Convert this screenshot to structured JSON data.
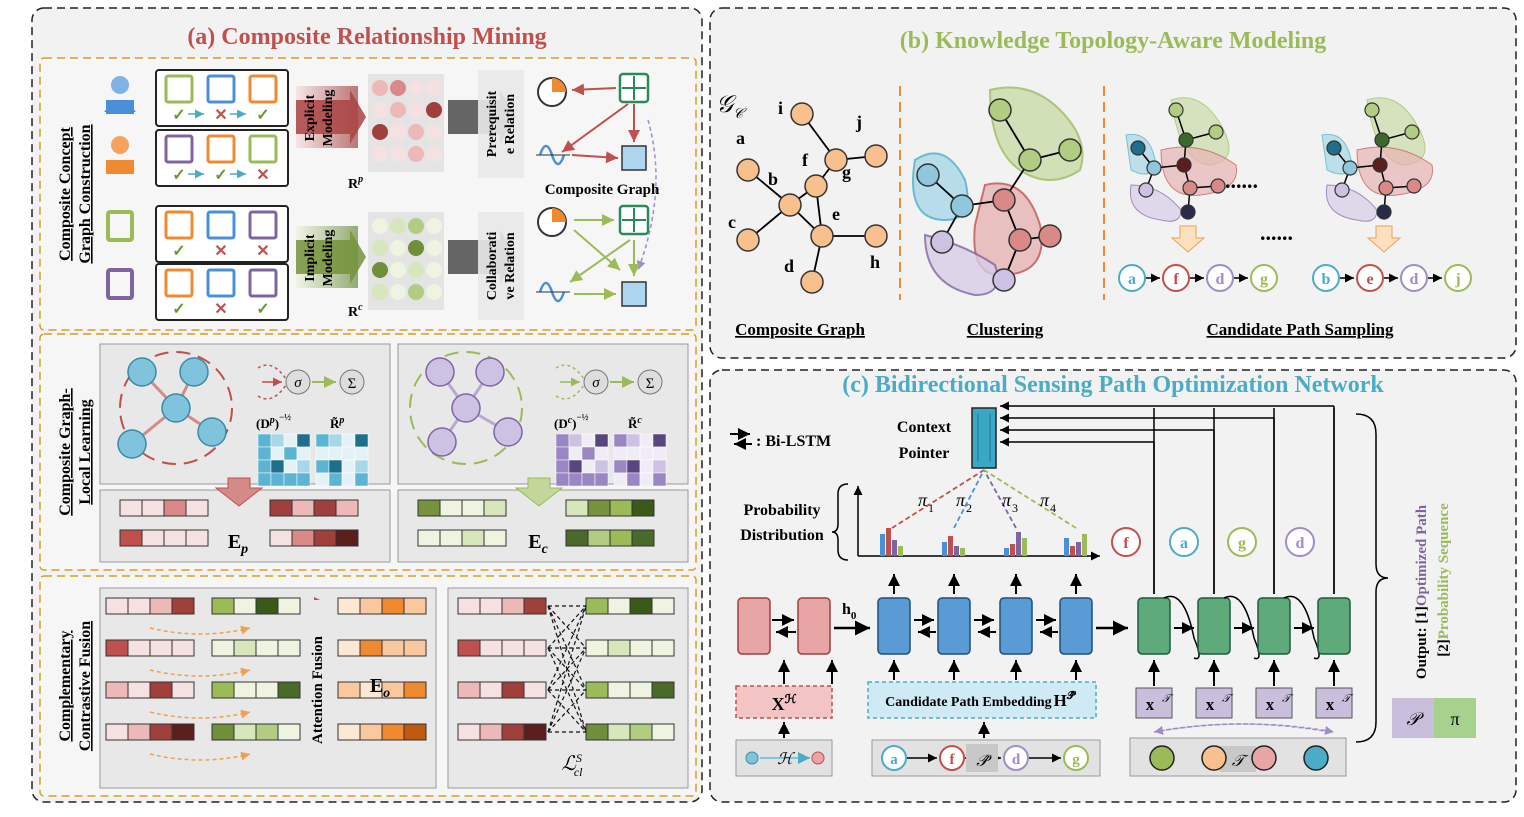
{
  "panel_a": {
    "title": "(a) Composite Relationship Mining",
    "section1_label_line1": "Composite Concept",
    "section1_label_line2": "Graph Construction",
    "explicit_line1": "Explicit",
    "explicit_line2": "Modeling",
    "implicit_line1": "Implicit",
    "implicit_line2": "Modeling",
    "prereq_line1": "Prerequisit",
    "prereq_line2": "e Relation",
    "collab_line1": "Collaborati",
    "collab_line2": "ve Relation",
    "rp": "R",
    "rp_sup": "p",
    "rc": "R",
    "rc_sup": "c",
    "composite_graph": "Composite Graph",
    "section2_label_line1": "Composite Graph-",
    "section2_label_line2": "Local Learning",
    "sigma": "σ",
    "sum": "Σ",
    "dp_label": "(D",
    "dp_sup": "p",
    "dc_sup": "c",
    "exp_label": "−½",
    "rtilde_p": "R̃",
    "rtilde_c": "R̃",
    "ep": "E",
    "ep_sub": "p",
    "ec": "E",
    "ec_sub": "c",
    "section3_label_line1": "Complementary",
    "section3_label_line2": "Contrastive Fusion",
    "attention_fusion": "Attention Fusion",
    "eo": "E",
    "eo_sub": "o",
    "lcl": "ℒ",
    "lcl_sup": "S",
    "lcl_sub": "cl"
  },
  "panel_b": {
    "title": "(b) Knowledge Topology-Aware Modeling",
    "gc": "𝒢",
    "gc_sub": "𝒞",
    "node_labels": [
      "a",
      "b",
      "c",
      "d",
      "e",
      "f",
      "g",
      "h",
      "i",
      "j"
    ],
    "composite_graph": "Composite Graph",
    "clustering": "Clustering",
    "candidate_path_sampling": "Candidate Path Sampling",
    "ellipsis": "......",
    "path1": [
      "a",
      "f",
      "d",
      "g"
    ],
    "path2": [
      "b",
      "e",
      "d",
      "j"
    ]
  },
  "panel_c": {
    "title": "(c) Bidirectional Sensing Path Optimization Network",
    "bilstm_legend": ": Bi-LSTM",
    "context_pointer_line1": "Context",
    "context_pointer_line2": "Pointer",
    "prob_dist_line1": "Probability",
    "prob_dist_line2": "Distribution",
    "pi_labels": [
      "π",
      "π",
      "π",
      "π"
    ],
    "pi_subs": [
      "1",
      "2",
      "3",
      "4"
    ],
    "output_nodes": [
      "f",
      "a",
      "g",
      "d"
    ],
    "h0": "h",
    "h0_sub": "0",
    "xh": "X",
    "xh_sup": "ℋ",
    "h_graph": "ℋ",
    "candidate_embedding": "Candidate Path Embedding",
    "h_hat": "H",
    "h_hat_sup": "𝒫̂",
    "p_hat": "𝒫̂",
    "x_t": "x",
    "x_t_sup": "𝒯",
    "t_label": "𝒯",
    "path_nodes": [
      "a",
      "f",
      "d",
      "g"
    ],
    "output_line1": "Output: [1]",
    "output_optimized": "Optimized Path",
    "output_line2": "[2]",
    "output_prob_seq": "Probability Sequence",
    "p_box": "𝒫",
    "pi_box": "π"
  },
  "colors": {
    "red_title": "#c0504d",
    "green_title": "#9bbb59",
    "blue_title": "#4bacc6",
    "node_orange": "#f8c08c",
    "red_cell": "#c0504d",
    "green_cell": "#9bbb59",
    "purple": "#8064a2",
    "lstm_red": "#e8a5a5",
    "lstm_blue": "#5b9bd5",
    "lstm_green": "#5faa7a"
  }
}
